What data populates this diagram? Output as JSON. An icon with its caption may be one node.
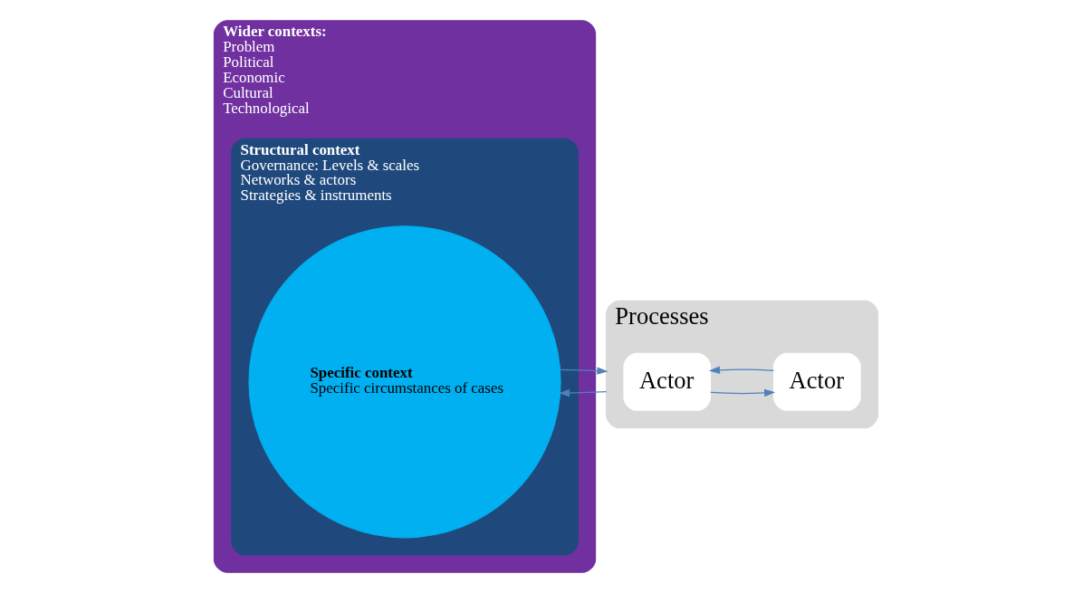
{
  "diagram": {
    "nodes": [
      {
        "text": [
          "Wider contexts:",
          "Problem",
          "Political",
          "Economic",
          "Cultural",
          "Technological"
        ]
      },
      {
        "text": [
          "Structural context",
          "Governance: Levels & scales",
          "Networks & actors",
          "Strategies & instruments"
        ],
        "in": 0
      },
      {
        "text": [
          "Specific context",
          "Specific circumstances of cases"
        ],
        "in": 1
      },
      {
        "text": [
          "Processes"
        ]
      },
      {
        "text": [
          "Actor"
        ],
        "in": 3
      },
      {
        "text": [
          "Actor"
        ],
        "in": 3
      }
    ],
    "edges": [
      {
        "from": 2,
        "to": 3,
        "arrow": "to"
      },
      {
        "from": 3,
        "to": 2,
        "arrow": "to"
      },
      {
        "from": 4,
        "to": 5,
        "arrow": "to"
      },
      {
        "from": 5,
        "to": 4,
        "arrow": "to"
      }
    ]
  }
}
